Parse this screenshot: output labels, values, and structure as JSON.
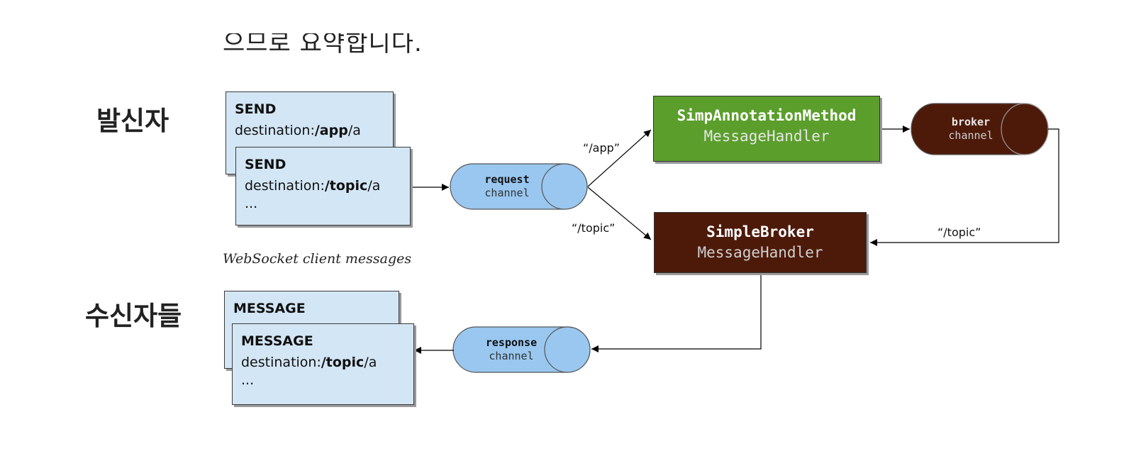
{
  "cut_off_text": "으므로 요약합니다.",
  "labels": {
    "senders": "발신자",
    "receivers": "수신자들"
  },
  "send_messages": [
    {
      "type": "SEND",
      "dest_prefix": "destination:",
      "dest_path": "/app",
      "dest_suffix": "/a"
    },
    {
      "type": "SEND",
      "dest_prefix": "destination:",
      "dest_path": "/topic",
      "dest_suffix": "/a",
      "more": "..."
    }
  ],
  "caption": "WebSocket client messages",
  "channels": {
    "request": {
      "line1": "request",
      "line2": "channel"
    },
    "broker": {
      "line1": "broker",
      "line2": "channel"
    },
    "response": {
      "line1": "response",
      "line2": "channel"
    }
  },
  "handlers": {
    "annotation": {
      "line1": "SimpAnnotationMethod",
      "line2": "MessageHandler"
    },
    "simple_broker": {
      "line1": "SimpleBroker",
      "line2": "MessageHandler"
    }
  },
  "edges": {
    "app": "“/app”",
    "topic_left": "“/topic”",
    "topic_right": "“/topic”"
  },
  "receive_messages": [
    {
      "type": "MESSAGE"
    },
    {
      "type": "MESSAGE",
      "dest_prefix": "destination:",
      "dest_path": "/topic",
      "dest_suffix": "/a",
      "more": "..."
    }
  ],
  "colors": {
    "card_fill": "#d3e6f5",
    "channel_blue": "#99c7f0",
    "broker_brown": "#4d1a0a",
    "annotation_green": "#5b9e2c",
    "broker_text": "#cfcfcf",
    "green_text": "#e6e6e6"
  }
}
